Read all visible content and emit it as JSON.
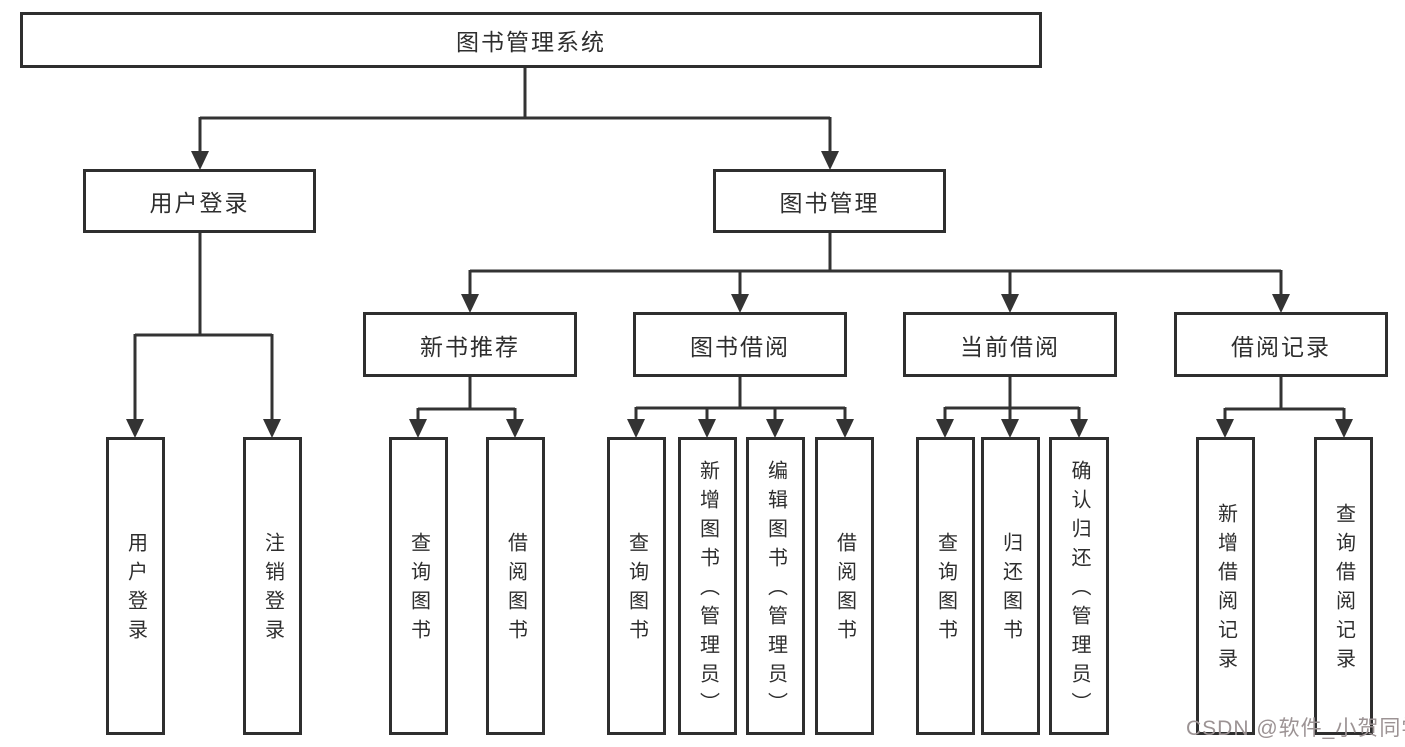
{
  "colors": {
    "line": "#333333",
    "box_border": "#2f2f2f",
    "text": "#2e2e2e",
    "background": "#ffffff",
    "watermark": "#9c9394"
  },
  "watermark": "CSDN @软件_小贺同学",
  "tree": {
    "root": {
      "label": "图书管理系统",
      "children": [
        {
          "label": "用户登录",
          "children": [
            {
              "label": "用户登录"
            },
            {
              "label": "注销登录"
            }
          ]
        },
        {
          "label": "图书管理",
          "children": [
            {
              "label": "新书推荐",
              "children": [
                {
                  "label": "查询图书"
                },
                {
                  "label": "借阅图书"
                }
              ]
            },
            {
              "label": "图书借阅",
              "children": [
                {
                  "label": "查询图书"
                },
                {
                  "label": "新增图书（管理员）"
                },
                {
                  "label": "编辑图书（管理员）"
                },
                {
                  "label": "借阅图书"
                }
              ]
            },
            {
              "label": "当前借阅",
              "children": [
                {
                  "label": "查询图书"
                },
                {
                  "label": "归还图书"
                },
                {
                  "label": "确认归还（管理员）"
                }
              ]
            },
            {
              "label": "借阅记录",
              "children": [
                {
                  "label": "新增借阅记录"
                },
                {
                  "label": "查询借阅记录"
                }
              ]
            }
          ]
        }
      ]
    }
  }
}
